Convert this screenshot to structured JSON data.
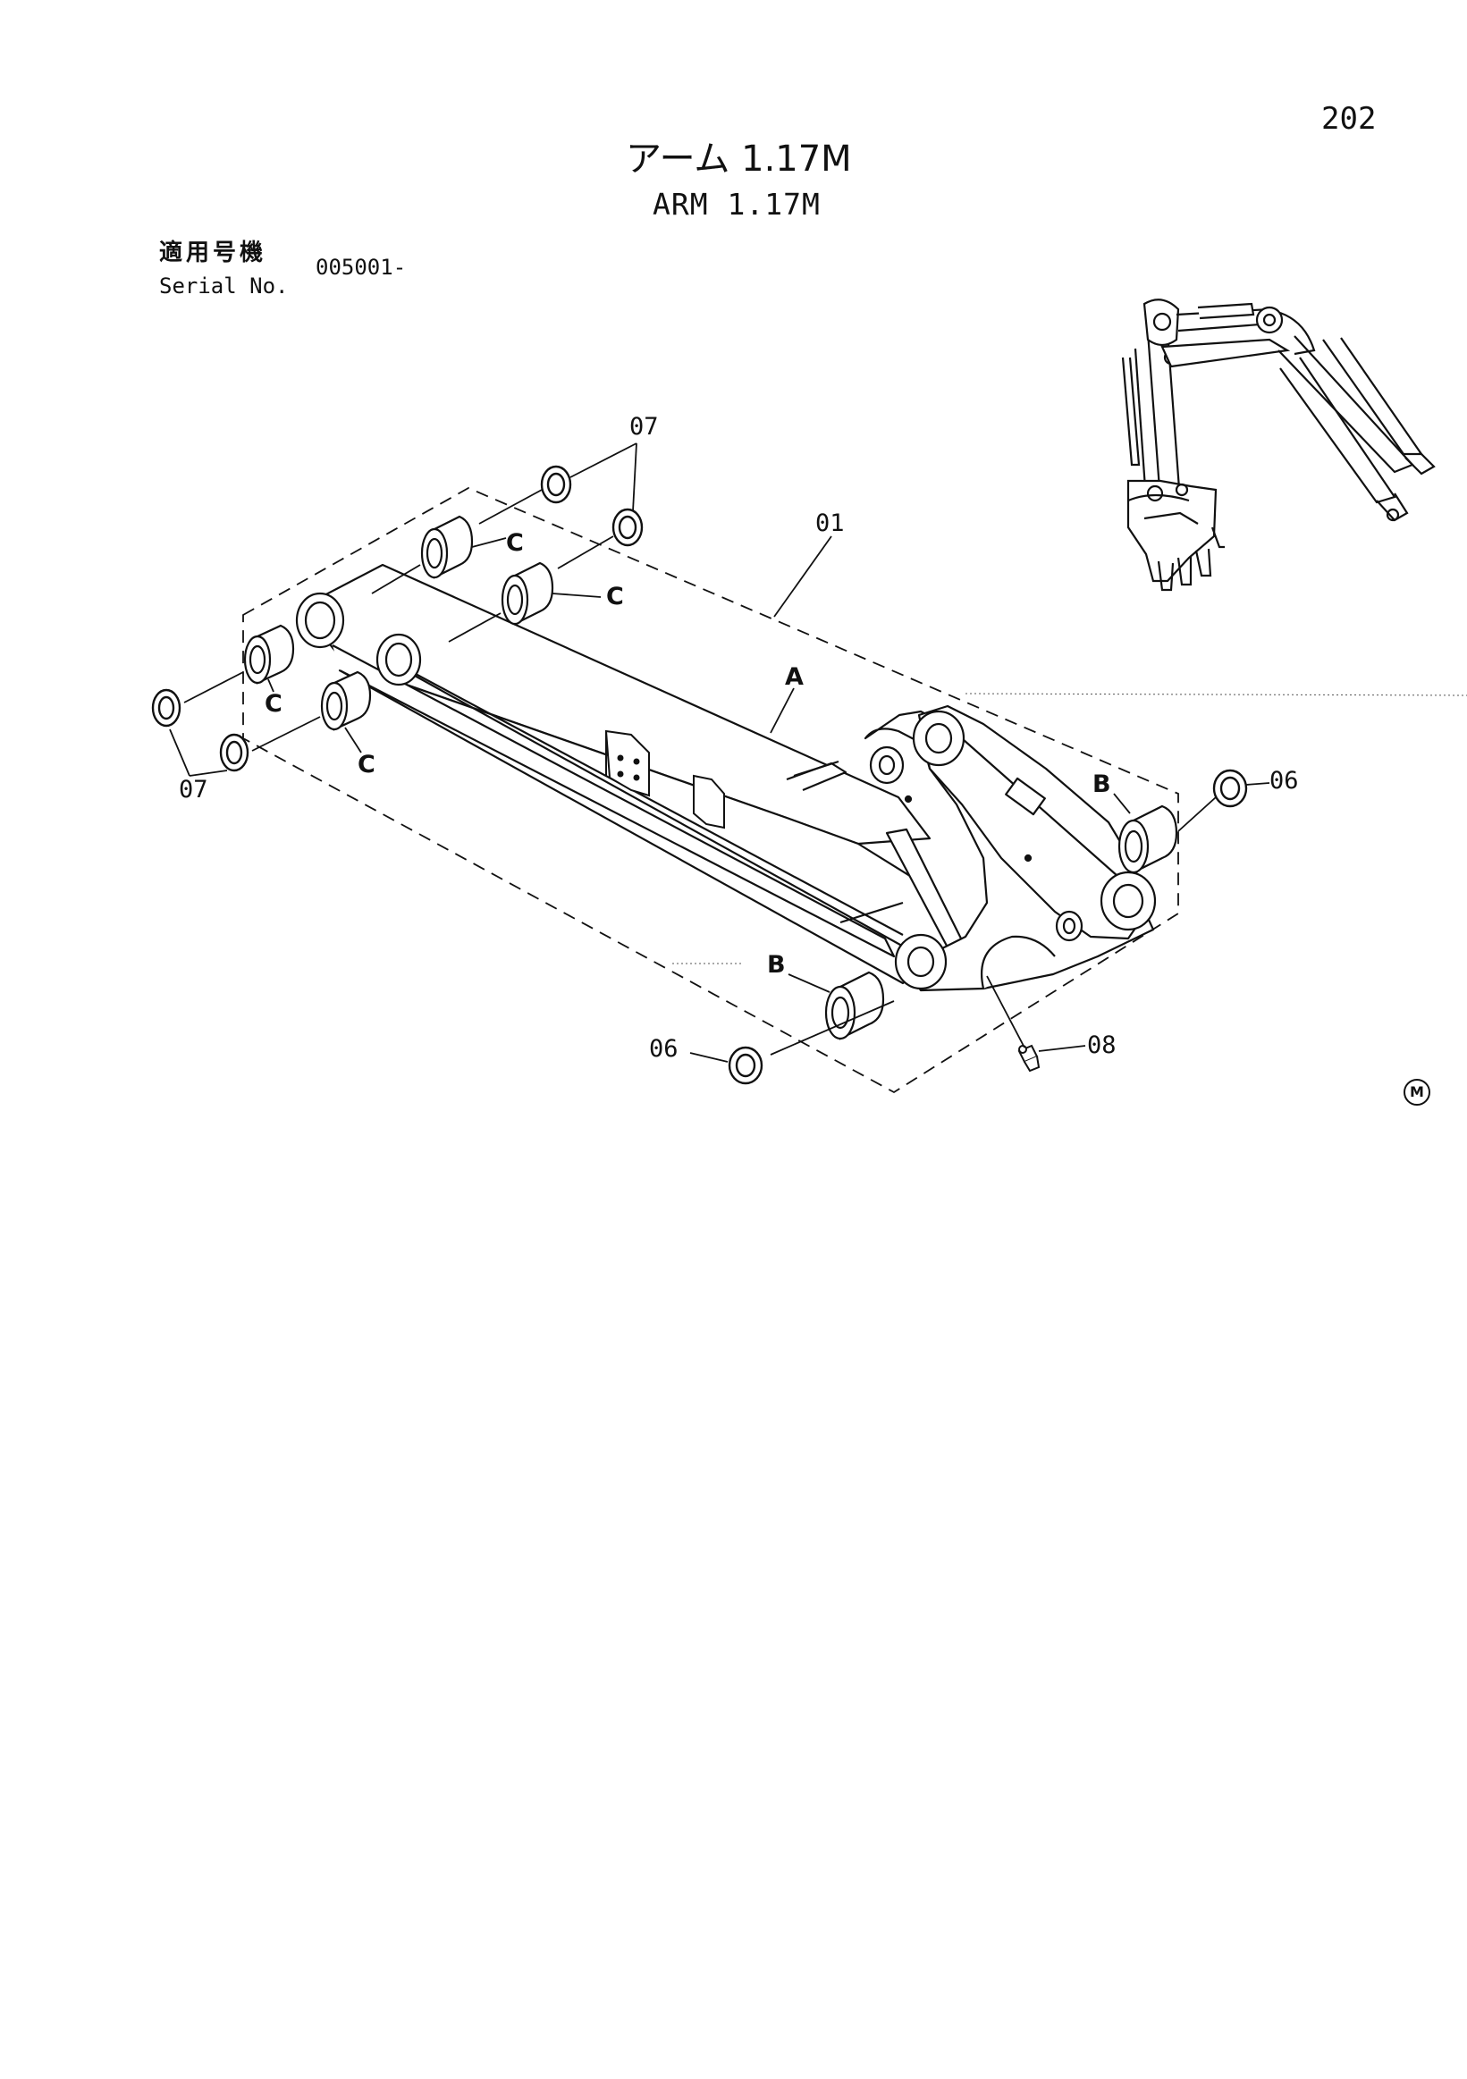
{
  "page_number": "202",
  "title": {
    "japanese": "アーム 1.17M",
    "english": "ARM 1.17M"
  },
  "serial": {
    "label_japanese": "適用号機",
    "label_english": "Serial No.",
    "value": "005001-"
  },
  "callouts": {
    "part_01": "01",
    "part_06_right": "06",
    "part_06_left": "06",
    "part_07_top": "07",
    "part_07_left": "07",
    "part_08": "08",
    "ref_a": "A",
    "ref_b_right": "B",
    "ref_b_left": "B",
    "ref_c_top_1": "C",
    "ref_c_top_2": "C",
    "ref_c_left_1": "C",
    "ref_c_left_2": "C"
  },
  "maker_mark": "M",
  "icons": [
    "excavator-overview-icon",
    "arm-assembly-drawing",
    "bushing-icon",
    "seal-ring-icon",
    "grease-fitting-icon"
  ]
}
